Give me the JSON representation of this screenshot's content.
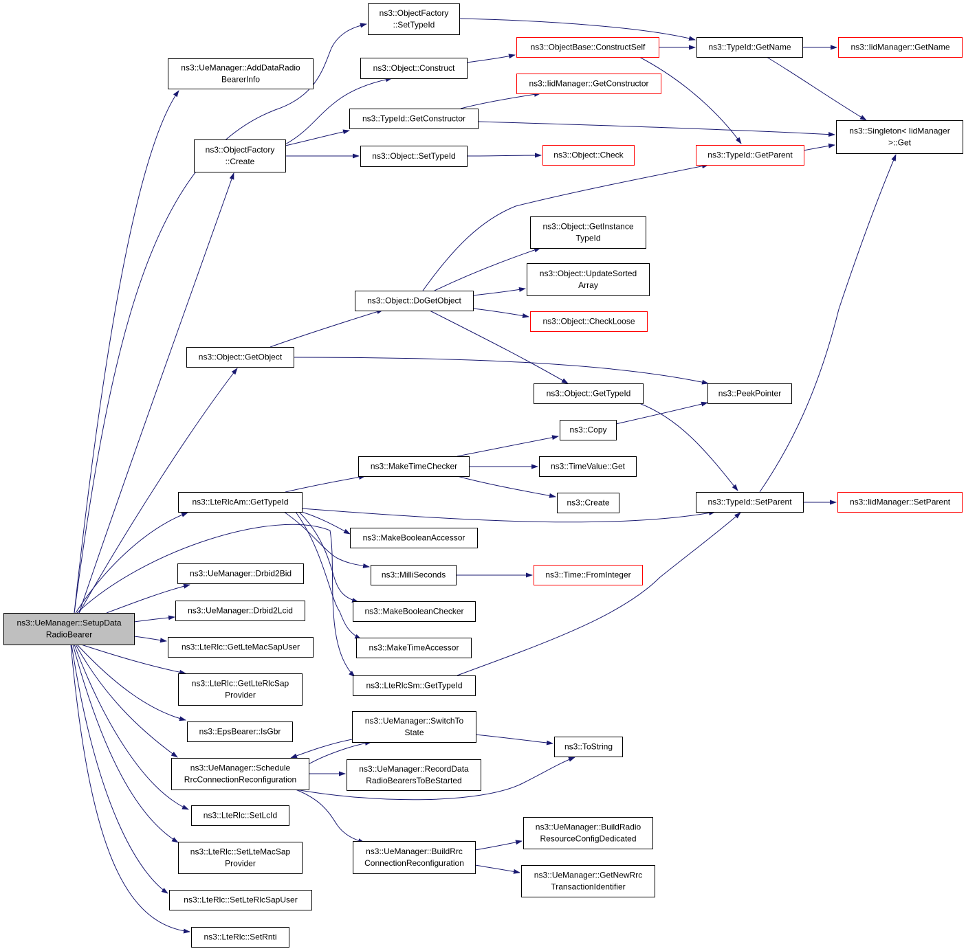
{
  "diagram": {
    "title": "",
    "colors": {
      "edge": "#191970",
      "node_border": "#000000",
      "node_border_incomplete": "#ff0000",
      "root_fill": "#bfbfbf",
      "node_fill": "#ffffff"
    },
    "nodes": [
      {
        "id": "root",
        "lines": [
          "ns3::UeManager::SetupData",
          "RadioBearer"
        ],
        "root": true
      },
      {
        "id": "addDataRadioBearerInfo",
        "lines": [
          "ns3::UeManager::AddDataRadio",
          "BearerInfo"
        ]
      },
      {
        "id": "objectFactorySetTypeId",
        "lines": [
          "ns3::ObjectFactory",
          "::SetTypeId"
        ]
      },
      {
        "id": "objectFactoryCreate",
        "lines": [
          "ns3::ObjectFactory",
          "::Create"
        ]
      },
      {
        "id": "objectConstruct",
        "lines": [
          "ns3::Object::Construct"
        ]
      },
      {
        "id": "objectBaseConstructSelf",
        "lines": [
          "ns3::ObjectBase::ConstructSelf"
        ],
        "red": true
      },
      {
        "id": "typeIdGetName",
        "lines": [
          "ns3::TypeId::GetName"
        ]
      },
      {
        "id": "iidManagerGetName",
        "lines": [
          "ns3::IidManager::GetName"
        ],
        "red": true
      },
      {
        "id": "iidManagerGetConstructor",
        "lines": [
          "ns3::IidManager::GetConstructor"
        ],
        "red": true
      },
      {
        "id": "typeIdGetConstructor",
        "lines": [
          "ns3::TypeId::GetConstructor"
        ]
      },
      {
        "id": "singletonGet",
        "lines": [
          "ns3::Singleton< IidManager",
          ">::Get"
        ]
      },
      {
        "id": "objectSetTypeId",
        "lines": [
          "ns3::Object::SetTypeId"
        ]
      },
      {
        "id": "objectCheck",
        "lines": [
          "ns3::Object::Check"
        ],
        "red": true
      },
      {
        "id": "typeIdGetParent",
        "lines": [
          "ns3::TypeId::GetParent"
        ],
        "red": true
      },
      {
        "id": "objectGetInstanceTypeId",
        "lines": [
          "ns3::Object::GetInstance",
          "TypeId"
        ]
      },
      {
        "id": "objectUpdateSortedArray",
        "lines": [
          "ns3::Object::UpdateSorted",
          "Array"
        ]
      },
      {
        "id": "objectDoGetObject",
        "lines": [
          "ns3::Object::DoGetObject"
        ]
      },
      {
        "id": "objectCheckLoose",
        "lines": [
          "ns3::Object::CheckLoose"
        ],
        "red": true
      },
      {
        "id": "objectGetObject",
        "lines": [
          "ns3::Object::GetObject"
        ]
      },
      {
        "id": "objectGetTypeId",
        "lines": [
          "ns3::Object::GetTypeId"
        ]
      },
      {
        "id": "peekPointer",
        "lines": [
          "ns3::PeekPointer"
        ]
      },
      {
        "id": "copy",
        "lines": [
          "ns3::Copy"
        ]
      },
      {
        "id": "makeTimeChecker",
        "lines": [
          "ns3::MakeTimeChecker"
        ]
      },
      {
        "id": "timeValueGet",
        "lines": [
          "ns3::TimeValue::Get"
        ]
      },
      {
        "id": "create",
        "lines": [
          "ns3::Create"
        ]
      },
      {
        "id": "lteRlcAmGetTypeId",
        "lines": [
          "ns3::LteRlcAm::GetTypeId"
        ]
      },
      {
        "id": "typeIdSetParent",
        "lines": [
          "ns3::TypeId::SetParent"
        ]
      },
      {
        "id": "iidManagerSetParent",
        "lines": [
          "ns3::IidManager::SetParent"
        ],
        "red": true
      },
      {
        "id": "makeBooleanAccessor",
        "lines": [
          "ns3::MakeBooleanAccessor"
        ]
      },
      {
        "id": "milliSeconds",
        "lines": [
          "ns3::MilliSeconds"
        ]
      },
      {
        "id": "timeFromInteger",
        "lines": [
          "ns3::Time::FromInteger"
        ],
        "red": true
      },
      {
        "id": "drbid2Bid",
        "lines": [
          "ns3::UeManager::Drbid2Bid"
        ]
      },
      {
        "id": "drbid2Lcid",
        "lines": [
          "ns3::UeManager::Drbid2Lcid"
        ]
      },
      {
        "id": "makeBooleanChecker",
        "lines": [
          "ns3::MakeBooleanChecker"
        ]
      },
      {
        "id": "getLteMacSapUser",
        "lines": [
          "ns3::LteRlc::GetLteMacSapUser"
        ]
      },
      {
        "id": "makeTimeAccessor",
        "lines": [
          "ns3::MakeTimeAccessor"
        ]
      },
      {
        "id": "getLteRlcSapProvider",
        "lines": [
          "ns3::LteRlc::GetLteRlcSap",
          "Provider"
        ]
      },
      {
        "id": "lteRlcSmGetTypeId",
        "lines": [
          "ns3::LteRlcSm::GetTypeId"
        ]
      },
      {
        "id": "switchToState",
        "lines": [
          "ns3::UeManager::SwitchTo",
          "State"
        ]
      },
      {
        "id": "epsBearerIsGbr",
        "lines": [
          "ns3::EpsBearer::IsGbr"
        ]
      },
      {
        "id": "toString",
        "lines": [
          "ns3::ToString"
        ]
      },
      {
        "id": "scheduleRrc",
        "lines": [
          "ns3::UeManager::Schedule",
          "RrcConnectionReconfiguration"
        ]
      },
      {
        "id": "recordDataRadio",
        "lines": [
          "ns3::UeManager::RecordData",
          "RadioBearersToBeStarted"
        ]
      },
      {
        "id": "setLcId",
        "lines": [
          "ns3::LteRlc::SetLcId"
        ]
      },
      {
        "id": "buildRadioResource",
        "lines": [
          "ns3::UeManager::BuildRadio",
          "ResourceConfigDedicated"
        ]
      },
      {
        "id": "buildRrcConnection",
        "lines": [
          "ns3::UeManager::BuildRrc",
          "ConnectionReconfiguration"
        ]
      },
      {
        "id": "setLteMacSapProvider",
        "lines": [
          "ns3::LteRlc::SetLteMacSap",
          "Provider"
        ]
      },
      {
        "id": "getNewRrc",
        "lines": [
          "ns3::UeManager::GetNewRrc",
          "TransactionIdentifier"
        ]
      },
      {
        "id": "setLteRlcSapUser",
        "lines": [
          "ns3::LteRlc::SetLteRlcSapUser"
        ]
      },
      {
        "id": "setRnti",
        "lines": [
          "ns3::LteRlc::SetRnti"
        ]
      }
    ]
  }
}
